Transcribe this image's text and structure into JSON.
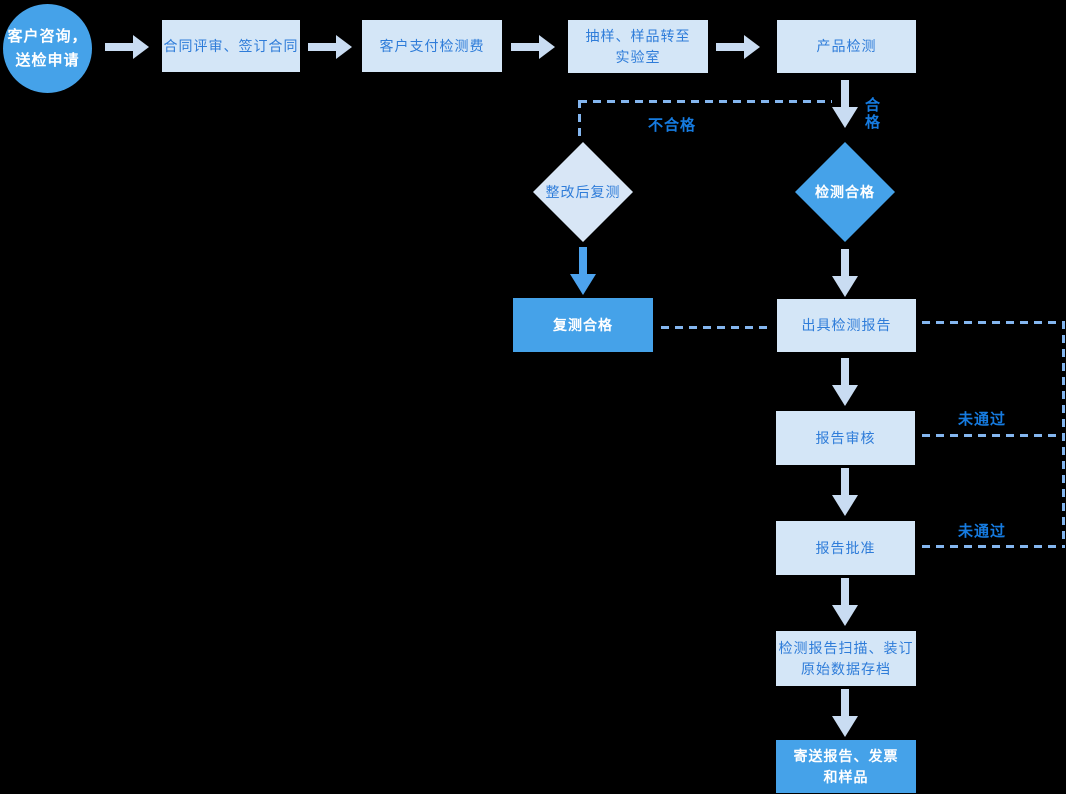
{
  "colors": {
    "bg": "#000000",
    "accent_blue": "#45a2e9",
    "light_fill": "#d4e6f7",
    "diamond_light_fill": "#d8e6f6",
    "box_text_blue": "#2e7cd9",
    "arrow_light": "#c9dcf2",
    "arrow_medium": "#4da3ee",
    "dash": "#84b6ef",
    "label_blue": "#167be0"
  },
  "nodes": {
    "start": {
      "lines": [
        "客户咨询，",
        "送检申请"
      ]
    },
    "contract": {
      "label": "合同评审、签订合同"
    },
    "payment": {
      "label": "客户支付检测费"
    },
    "sampling": {
      "lines": [
        "抽样、样品转至",
        "实验室"
      ]
    },
    "testing": {
      "label": "产品检测"
    },
    "retest": {
      "label": "整改后复测"
    },
    "qualified": {
      "label": "检测合格"
    },
    "retest_pass": {
      "label": "复测合格"
    },
    "issue_report": {
      "label": "出具检测报告"
    },
    "review": {
      "label": "报告审核"
    },
    "approval": {
      "label": "报告批准"
    },
    "archive": {
      "lines": [
        "检测报告扫描、装订",
        "原始数据存档"
      ]
    },
    "delivery": {
      "lines": [
        "寄送报告、发票",
        "和样品"
      ]
    }
  },
  "edge_labels": {
    "pass": "合格",
    "fail": "不合格",
    "not_passed_review": "未通过",
    "not_passed_approval": "未通过"
  }
}
